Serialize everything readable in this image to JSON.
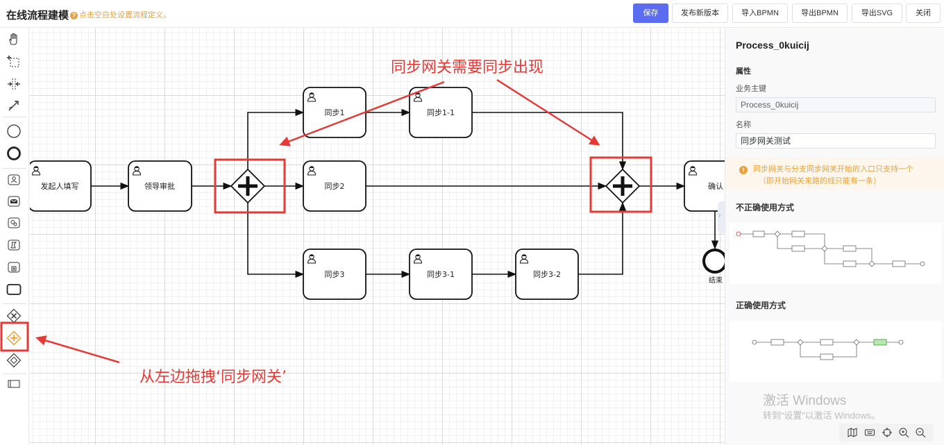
{
  "header": {
    "title": "在线流程建模",
    "hint": "点击空白处设置流程定义。",
    "buttons": {
      "save": "保存",
      "publish": "发布新版本",
      "import_bpmn": "导入BPMN",
      "export_bpmn": "导出BPMN",
      "export_svg": "导出SVG",
      "close": "关闭"
    }
  },
  "diagram": {
    "tasks": {
      "start_fill": "发起人填写",
      "leader": "领导审批",
      "sync1": "同步1",
      "sync1_1": "同步1-1",
      "sync2": "同步2",
      "sync3": "同步3",
      "sync3_1": "同步3-1",
      "sync3_2": "同步3-2",
      "confirm": "确认"
    },
    "end_label": "结束",
    "annotations": {
      "top": "同步网关需要同步出现",
      "bottom": "从左边拖拽‘同步网关’"
    }
  },
  "panel": {
    "process_id": "Process_0kuicij",
    "properties_title": "属性",
    "business_key_label": "业务主键",
    "business_key_value": "Process_0kuicij",
    "name_label": "名称",
    "name_value": "同步网关测试",
    "warning_line1": "同步网关与分支同步网关开始的入口只支持一个",
    "warning_line2": "（即开始网关来路的线只能有一条）",
    "incorrect_title": "不正确使用方式",
    "correct_title": "正确使用方式"
  },
  "watermark": {
    "line1": "激活 Windows",
    "line2": "转到“设置”以激活 Windows。"
  },
  "colors": {
    "primary": "#5b6cf0",
    "warning": "#e6a23c",
    "annotation": "#e53935"
  }
}
